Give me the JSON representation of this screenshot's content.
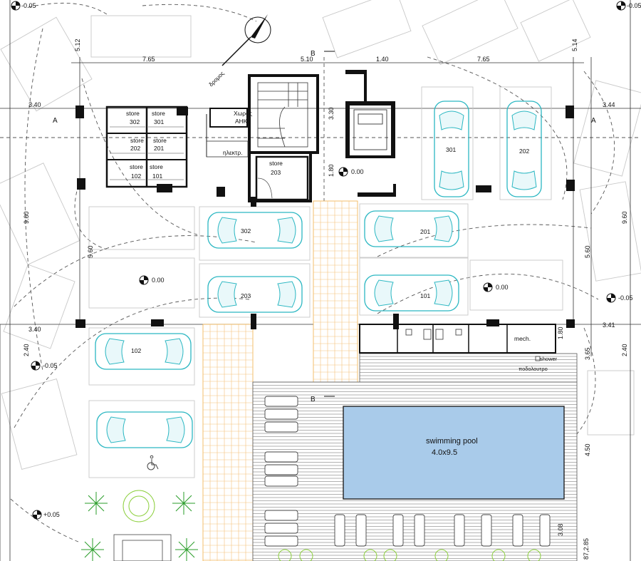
{
  "labels": {
    "swimming_pool": "swimming pool",
    "pool_size": "4.0x9.5",
    "store": "store",
    "mech": "mech.",
    "shower": "shower",
    "podolutro": "ποδολουτρο",
    "ilektr": "ηλεκτρ.",
    "xoros": "Χωρος",
    "ahk": "ΑΗΚ",
    "road": "δρομος",
    "section_a": "A",
    "section_b": "B"
  },
  "stores": [
    "302",
    "301",
    "202",
    "201",
    "102",
    "101"
  ],
  "store_203": "203",
  "parking": {
    "p301": "301",
    "p202": "202",
    "p302": "302",
    "p201": "201",
    "p203": "203",
    "p101": "101",
    "p102": "102"
  },
  "levels": {
    "l1": "-0.05",
    "l2": "-0.05",
    "l3": "0.00",
    "l4": "0.00",
    "l5": "0.00",
    "l6": "-0.05",
    "l7": "-0.05",
    "l8": "+0.05"
  },
  "dims": {
    "d765a": "7.65",
    "d510": "5.10",
    "d140": "1.40",
    "d765b": "7.65",
    "d512": "5.12",
    "d514": "5.14",
    "d340a": "3.40",
    "d344": "3.44",
    "d330": "3.30",
    "d180a": "1.80",
    "d960a": "9.60",
    "d960b": "9.60",
    "d560a": "5.60",
    "d560b": "5.60",
    "d340b": "3.40",
    "d341": "3.41",
    "d240a": "2.40",
    "d240b": "2.40",
    "d180b": "1.80",
    "d365": "3.65",
    "d450": "4.50",
    "d308": "3.08",
    "d287": "87,2.85"
  }
}
